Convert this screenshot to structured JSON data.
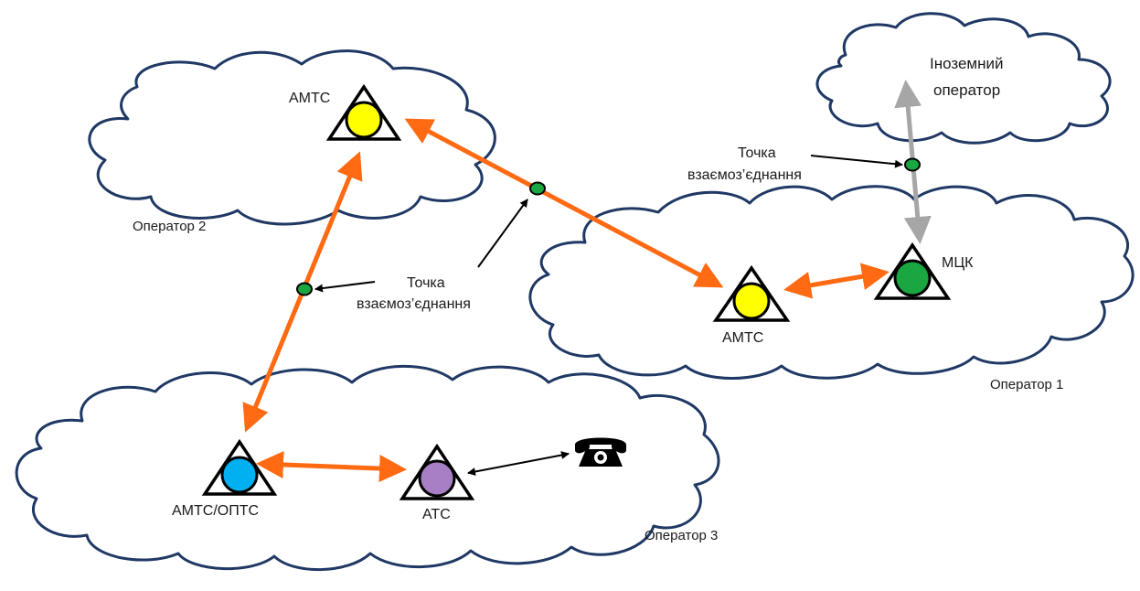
{
  "diagram": {
    "operators": {
      "op1": "Оператор 1",
      "op2": "Оператор 2",
      "op3": "Оператор 3",
      "foreign_line1": "Іноземний",
      "foreign_line2": "оператор"
    },
    "nodes": {
      "amts_op2": "АМТС",
      "amts_op1": "АМТС",
      "mck": "МЦК",
      "amts_opts": "АМТС/ОПТС",
      "ats": "АТС"
    },
    "interconnection": {
      "line1": "Точка",
      "line2": "взаємоз’єднання",
      "line1_b": "Точка",
      "line2_b": "взаємоз’єднання"
    },
    "node_colors": {
      "amts": "#ffff00",
      "mck": "#1aa640",
      "amts_opts": "#00b0f0",
      "ats": "#a87fc4",
      "interconnection_point": "#1aa640",
      "cloud_outline": "#1f3864",
      "trunk_link": "#ff6a13",
      "foreign_link": "#a6a6a6"
    },
    "icons": {
      "telephone": "telephone-icon"
    }
  }
}
